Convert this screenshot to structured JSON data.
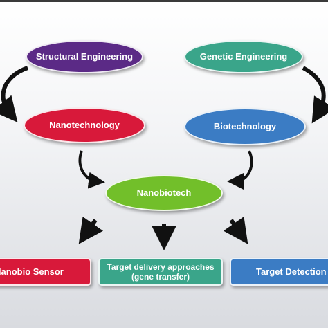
{
  "diagram": {
    "nodes": {
      "structural": {
        "label": "Structural Engineering",
        "color": "#5b2a86"
      },
      "genetic": {
        "label": "Genetic Engineering",
        "color": "#3aa58a"
      },
      "nano": {
        "label": "Nanotechnology",
        "color": "#d8193a"
      },
      "bio": {
        "label": "Biotechnology",
        "color": "#3b7cc4"
      },
      "nanobio": {
        "label": "Nanobiotech",
        "color": "#72bf2a"
      },
      "sensor": {
        "label": "Nanobio Sensor",
        "color": "#d8193a"
      },
      "delivery": {
        "label": "Target delivery approaches\n(gene transfer)",
        "color": "#3aa58a"
      },
      "detection": {
        "label": "Target Detection",
        "color": "#3b7cc4"
      }
    },
    "arrow_color": "#111111"
  }
}
